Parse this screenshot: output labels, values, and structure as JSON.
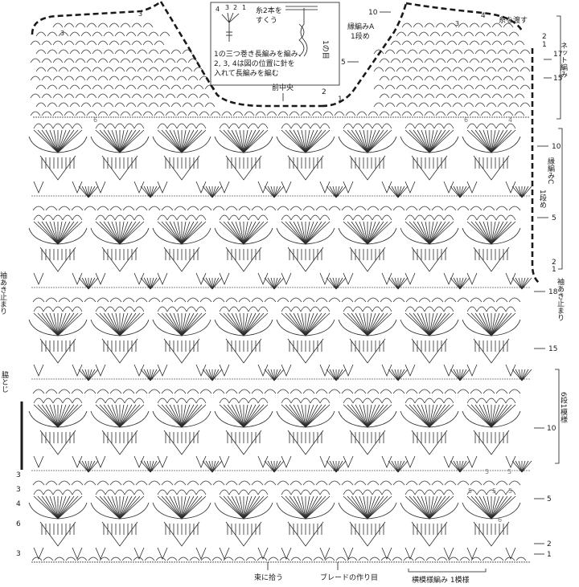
{
  "legend": {
    "numbers": [
      "4",
      "3",
      "2",
      "1"
    ],
    "caption_lines": [
      "1の三つ巻き長編みを編み、",
      "2, 3, 4は図の位置に針を",
      "入れて長編みを編む"
    ],
    "two_strands_lines": [
      "糸2本を",
      "すくう"
    ],
    "first_stitch": "1の目"
  },
  "top_labels": {
    "center_front": "前中央",
    "pattern_a_lines": [
      "縁編みA",
      "1段め"
    ],
    "pass_yarn": "糸を渡す"
  },
  "right_labels": {
    "net_pattern": "ネット編み",
    "edge_c_lines": [
      "縁編みC",
      "1段め"
    ],
    "sleeve_opening": "袖あき止まり",
    "repeat_6_rows": "6段1模様"
  },
  "left_labels": {
    "sleeve_opening": "袖あき止まり",
    "side_seam": "脇とじ"
  },
  "bottom_labels": {
    "pick_bundle": "束に拾う",
    "braid_foundation": "ブレードの作り目",
    "horizontal_repeat": "横模様編み 1模様"
  },
  "row_numbers": {
    "top_right_10": "10",
    "top_right_4": "4",
    "top_right_2": "2",
    "top_right_1": "1",
    "top_right_17": "17",
    "top_right_15": "15",
    "top_right_5": "5",
    "top_left_3": "3",
    "top_left_3b": "3",
    "neck_3": "3",
    "neck_2": "2",
    "neck_5": "5",
    "neck_1": "1",
    "neck_10": "10",
    "right_10": "10",
    "right_5": "5",
    "right_2": "2",
    "right_1": "1",
    "right_18": "18",
    "right_15": "15",
    "right_10b": "10",
    "right_5b": "5",
    "right_2b": "2",
    "right_1b": "1",
    "left_3a": "3",
    "left_3b": "3",
    "left_4": "4",
    "left_6": "6",
    "left_3c": "3",
    "fan_6a": "6",
    "fan_6b": "6",
    "fan_4": "4",
    "fan_5a": "5",
    "fan_5b": "5",
    "fan_5c": "5",
    "fan_5d": "5",
    "fan_5e": "5",
    "fan_6c": "6"
  }
}
